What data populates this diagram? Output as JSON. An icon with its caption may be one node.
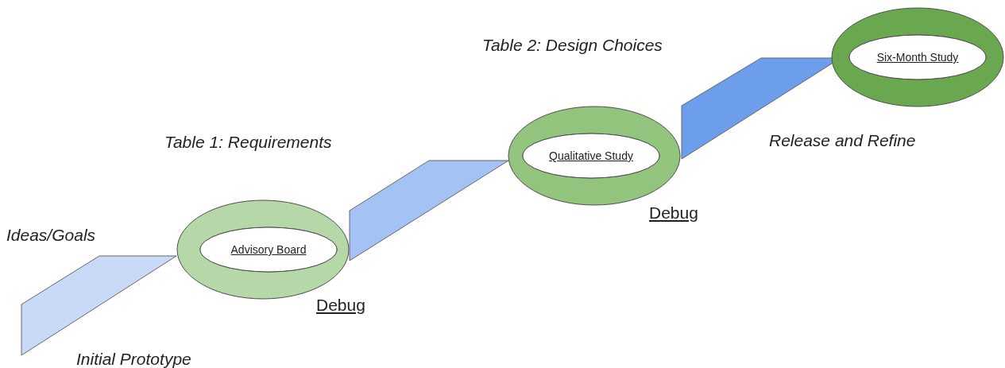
{
  "diagram": {
    "nodes": [
      {
        "text": [],
        "shape": "parallelogram"
      },
      {
        "text": [
          "Advisory Board"
        ]
      },
      {
        "text": [],
        "shape": "parallelogram"
      },
      {
        "text": [
          "Qualitative Study"
        ]
      },
      {
        "text": [],
        "shape": "parallelogram"
      },
      {
        "text": [
          "Six-Month Study"
        ]
      }
    ],
    "labels": [
      "Table 2: Design Choices",
      "Table 1: Requirements",
      "Release and Refine",
      "Debug",
      "Ideas/Goals",
      "Debug",
      "Initial Prototype"
    ]
  }
}
